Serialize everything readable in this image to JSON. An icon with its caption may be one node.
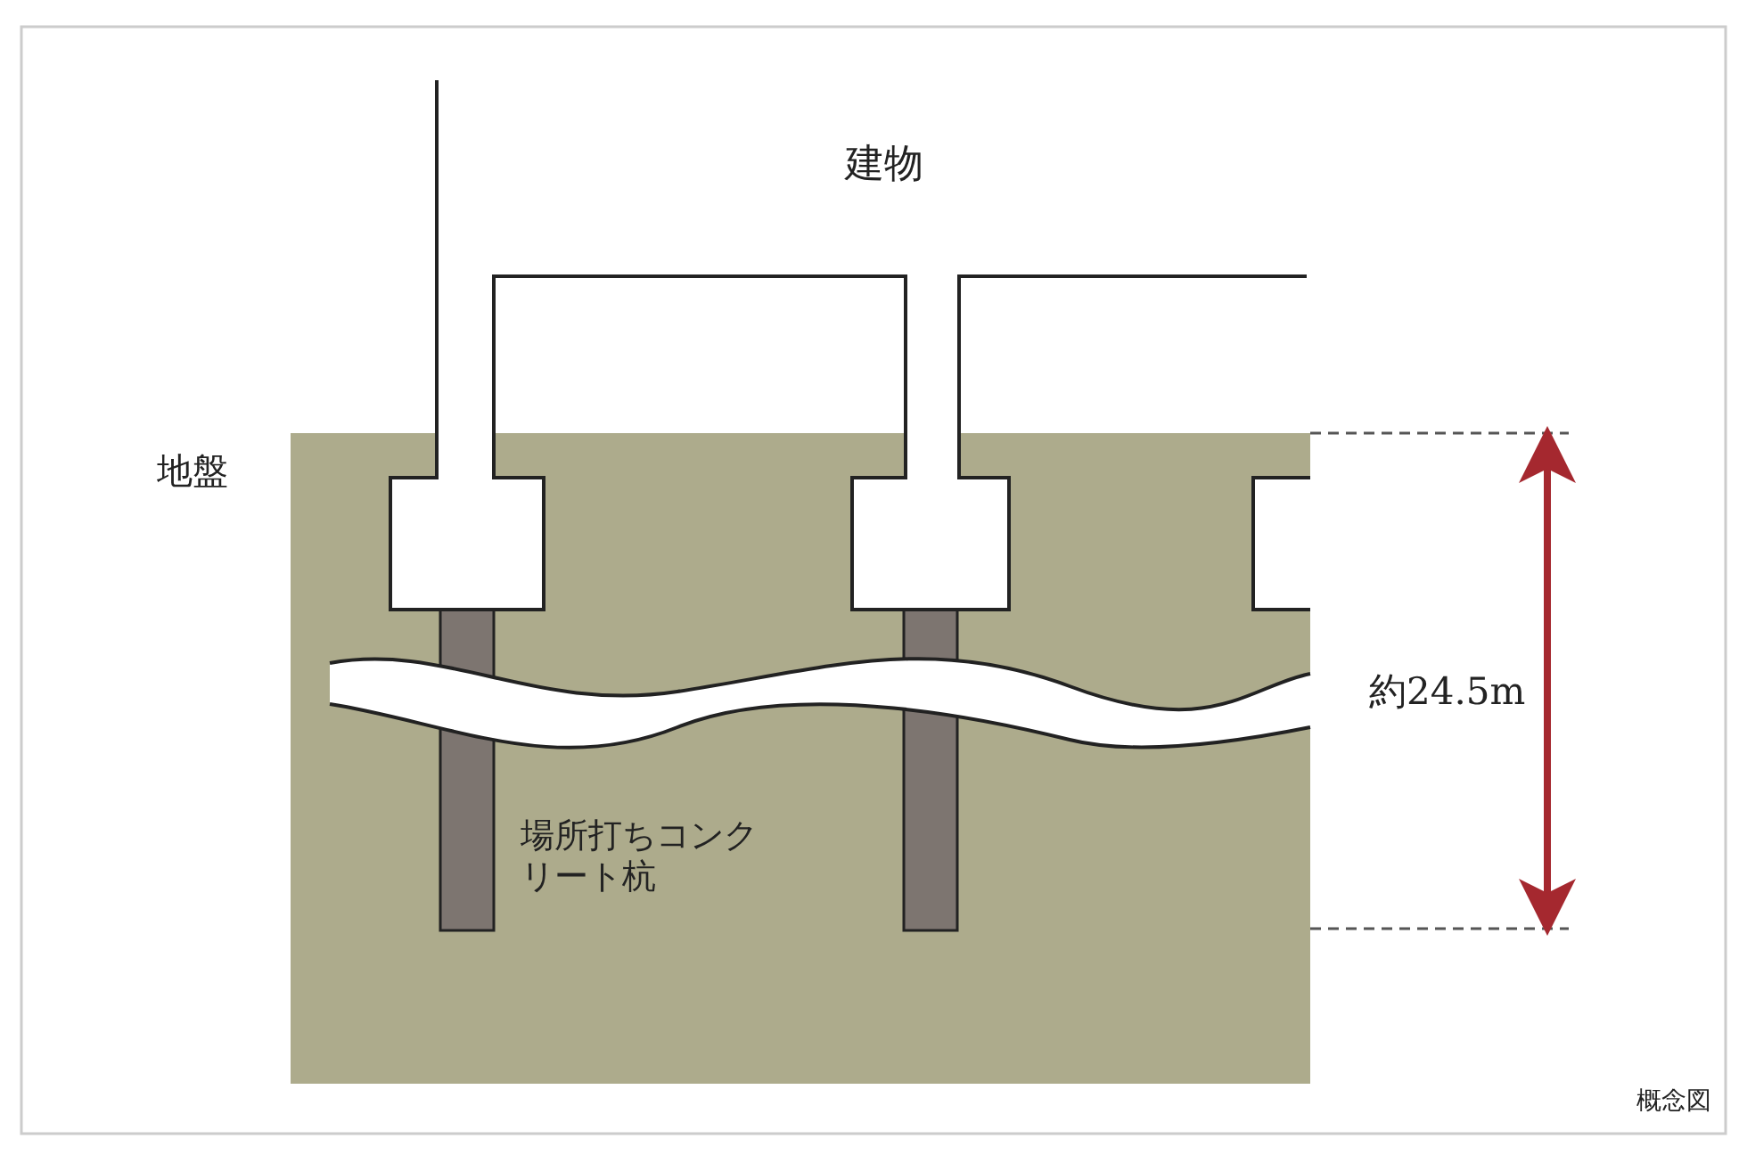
{
  "diagram": {
    "caption": "概念図",
    "labels": [
      "建物",
      "地盤",
      "場所打ちコンクリート杭",
      "約24.5m"
    ]
  }
}
